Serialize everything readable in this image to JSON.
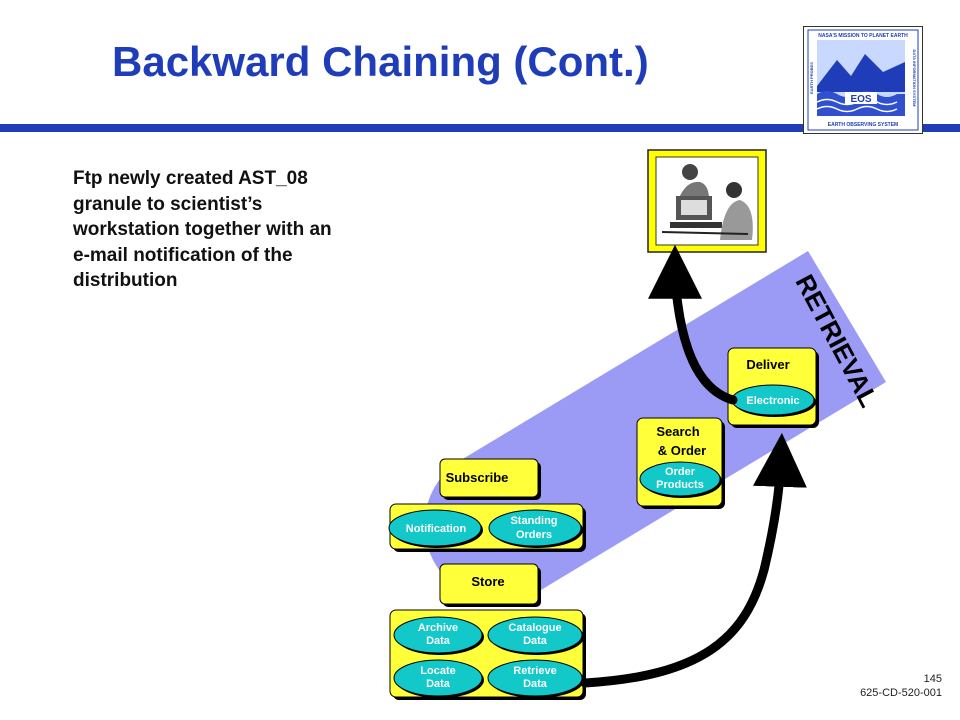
{
  "slide": {
    "title": "Backward Chaining (Cont.)",
    "body_lines": [
      "Ftp newly created AST_08",
      "granule to scientist’s",
      "workstation together with an",
      "e-mail notification of the",
      "distribution"
    ],
    "page_number": "145",
    "doc_id": "625-CD-520-001"
  },
  "logo": {
    "top_text": "NASA'S MISSION TO PLANET EARTH",
    "center_text": "EOS",
    "bottom_text": "EARTH OBSERVING SYSTEM",
    "left_text": "EARTH PROBES",
    "right_text": "DATA INFORMATION SYSTEM"
  },
  "diagram": {
    "band_label": "RETRIEVAL",
    "subscribe": {
      "title": "Subscribe",
      "items": [
        "Notification",
        "Standing Orders"
      ]
    },
    "store": {
      "title": "Store",
      "items": [
        "Archive Data",
        "Catalogue Data",
        "Locate Data",
        "Retrieve Data"
      ]
    },
    "search_order": {
      "title_line1": "Search",
      "title_line2": "& Order",
      "item": "Order Products"
    },
    "deliver": {
      "title": "Deliver",
      "item": "Electronic"
    }
  },
  "colors": {
    "title_blue": "#1f3db8",
    "band_periwinkle": "#9b9bf5",
    "box_yellow": "#ffff3a",
    "oval_teal": "#12c8c8",
    "photo_frame_yellow": "#ffff00"
  }
}
